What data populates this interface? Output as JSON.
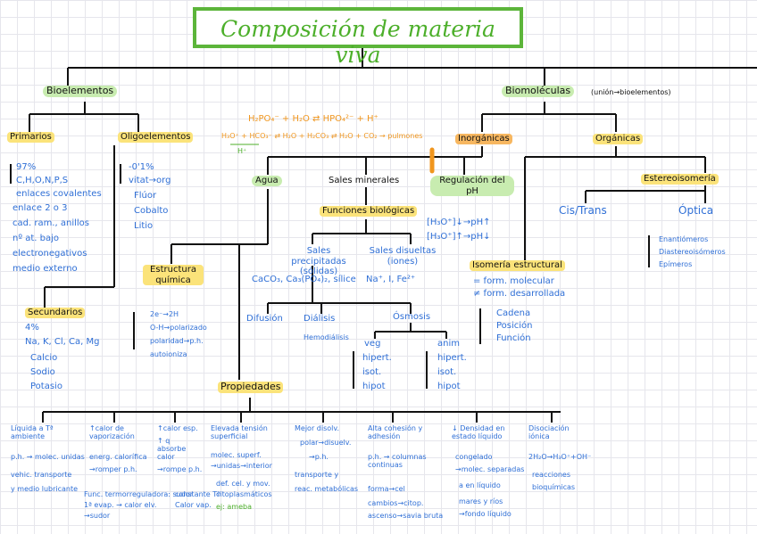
{
  "title": "Composición de materia viva",
  "bioelementos": {
    "label": "Bioelementos",
    "primarios": {
      "label": "Primarios",
      "items": [
        "97%",
        "C,H,O,N,P,S",
        "enlaces covalentes",
        "enlace 2 o 3",
        "cad. ram., anillos",
        "nº at. bajo",
        "electronegativos",
        "medio externo"
      ]
    },
    "oligoelementos": {
      "label": "Oligoelementos",
      "items": [
        "-0'1%",
        "vitat→org",
        "Flúor",
        "Cobalto",
        "Litio"
      ]
    },
    "secundarios": {
      "label": "Secundarios",
      "items": [
        "4%",
        "Na, K, Cl, Ca, Mg",
        "Calcio",
        "Sodio",
        "Potasio"
      ]
    }
  },
  "biomoleculas": {
    "label": "Biomoléculas",
    "note": "(unión→bioelementos)"
  },
  "equilibrium": {
    "eq1": "H₂PO₄⁻ + H₂O ⇄ HPO₄²⁻ + H⁺",
    "eq2": "H₃O⁺ + HCO₃⁻ ⇄ H₂O + H₂CO₃ ⇄ H₂O + CO₂ → pulmones",
    "eq2_h": "H⁺"
  },
  "inorganicas": {
    "label": "Inorgánicas"
  },
  "organicas": {
    "label": "Orgánicas"
  },
  "agua": {
    "label": "Agua"
  },
  "sales": {
    "label": "Sales minerales"
  },
  "funciones": {
    "label": "Funciones biológicas",
    "precipitadas": "Sales precipitadas (sólidas)",
    "disueltas": "Sales disueltas (iones)",
    "prec_ex": "CaCO₃, Ca₃(PO₄)₂, sílice",
    "dis_ex": "Na⁺, I, Fe²⁺"
  },
  "regulacion": {
    "label": "Regulación del pH",
    "l1": "[H₃O⁺]↓→pH↑",
    "l2": "[H₃O⁺]↑→pH↓"
  },
  "estereoisomeria": {
    "label": "Estereoisomería",
    "cistrans": "Cis/Trans",
    "optica": "Óptica",
    "items": [
      "Enantiómeros",
      "Diastereoisómeros",
      "Epímeros"
    ]
  },
  "isomeria": {
    "label": "Isomería estructural",
    "l1": "= form. molecular",
    "l2": "≠ form. desarrollada",
    "items": [
      "Cadena",
      "Posición",
      "Función"
    ]
  },
  "estructura": {
    "label": "Estructura química",
    "items": [
      "2e⁻→2H",
      "O-H→polarizado",
      "polaridad→p.h.",
      "autoioniza"
    ]
  },
  "procesos": {
    "difusion": "Difusión",
    "dialisis": "Diálisis",
    "hemodialisis": "Hemodiálisis",
    "osmosis": "Ósmosis",
    "veg": [
      "veg",
      "hipert.",
      "isot.",
      "hipot"
    ],
    "anim": [
      "anim",
      "hipert.",
      "isot.",
      "hipot"
    ]
  },
  "propiedades": {
    "label": "Propiedades",
    "cols": [
      {
        "head": "Líquida a Tª ambiente",
        "lines": [
          "p.h. → molec. unidas",
          "vehic. transporte",
          "y medio lubricante"
        ]
      },
      {
        "head": "↑calor de vaporización",
        "lines": [
          "energ. calorífica",
          "→romper p.h.",
          "Func. termorreguladora: sudor",
          "1ª evap. → calor elv."
        ]
      },
      {
        "head": "↑calor esp.",
        "lines": [
          "↑ q absorbe calor",
          "→rompe p.h.",
          "constante Tª",
          "Calor vap.",
          "→sudor"
        ]
      },
      {
        "head": "Elevada tensión superficial",
        "lines": [
          "molec. superf.",
          "→unidas→interior",
          "def. cel. y mov.",
          "citoplasmáticos",
          "ej: ameba"
        ]
      },
      {
        "head": "Mejor disolv.",
        "lines": [
          "polar→disuelv.",
          "→p.h.",
          "transporte y",
          "reac. metabólicas"
        ]
      },
      {
        "head": "Alta cohesión y adhesión",
        "lines": [
          "p.h. → columnas continuas",
          "forma→cel",
          "cambios→citop.",
          "ascenso→savia bruta"
        ]
      },
      {
        "head": "↓ Densidad en estado líquido",
        "lines": [
          "congelado",
          "→molec. separadas",
          "a en líquido",
          "mares y ríos",
          "→fondo líquido"
        ]
      },
      {
        "head": "Disociación iónica",
        "lines": [
          "2H₂O→H₃O⁺+OH⁻",
          "reacciones",
          "bioquímicas"
        ]
      }
    ]
  }
}
